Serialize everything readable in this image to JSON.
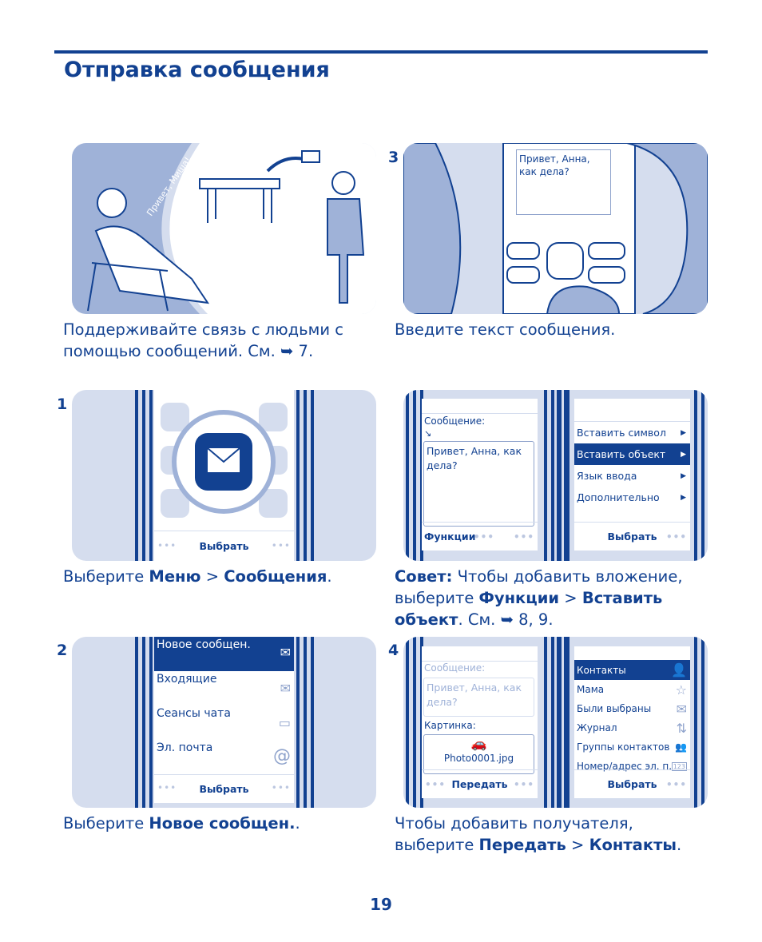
{
  "title": "Отправка сообщения",
  "page_number": "19",
  "illustration": {
    "speech": "Привет, Миша!"
  },
  "intro": {
    "line1": "Поддерживайте связь с людьми с",
    "line2": "помощью сообщений. См.",
    "ref": "7."
  },
  "step3": {
    "num": "3",
    "screen_text": "Привет, Анна, как дела?",
    "caption": "Введите текст сообщения."
  },
  "step1": {
    "num": "1",
    "softkey": "Выбрать",
    "caption_pre": "Выберите",
    "menu": "Меню",
    "sep": ">",
    "messages": "Сообщения",
    "end": "."
  },
  "tip": {
    "screen_label": "Сообщение:",
    "screen_text": "Привет, Анна, как дела?",
    "left_soft": "Функции",
    "menu": [
      "Вставить символ",
      "Вставить объект",
      "Язык ввода",
      "Дополнительно"
    ],
    "selected": 1,
    "right_soft": "Выбрать",
    "label": "Совет:",
    "text1": "Чтобы добавить вложение,",
    "text2_pre": "выберите",
    "functions": "Функции",
    "sep": ">",
    "insert": "Вставить",
    "obj": "объект",
    "see": ". См.",
    "ref": "8, 9."
  },
  "step2": {
    "num": "2",
    "items": [
      "Новое сообщен.",
      "Входящие",
      "Сеансы чата",
      "Эл. почта"
    ],
    "softkey": "Выбрать",
    "caption_pre": "Выберите",
    "bold": "Новое сообщен.",
    "end": "."
  },
  "step4": {
    "num": "4",
    "msg_label": "Сообщение:",
    "msg_text": "Привет, Анна, как дела?",
    "pic_label": "Картинка:",
    "file": "Photo0001.jpg",
    "left_soft": "Передать",
    "items": [
      "Контакты",
      "Мама",
      "Были выбраны",
      "Журнал",
      "Группы контактов",
      "Номер/адрес эл. п."
    ],
    "icons": [
      "person-icon",
      "star-icon",
      "envelope-icon",
      "log-icon",
      "group-icon",
      "number-icon"
    ],
    "right_soft": "Выбрать",
    "cap1": "Чтобы добавить получателя,",
    "cap2_pre": "выберите",
    "send": "Передать",
    "sep": ">",
    "contacts": "Контакты",
    "end": "."
  }
}
